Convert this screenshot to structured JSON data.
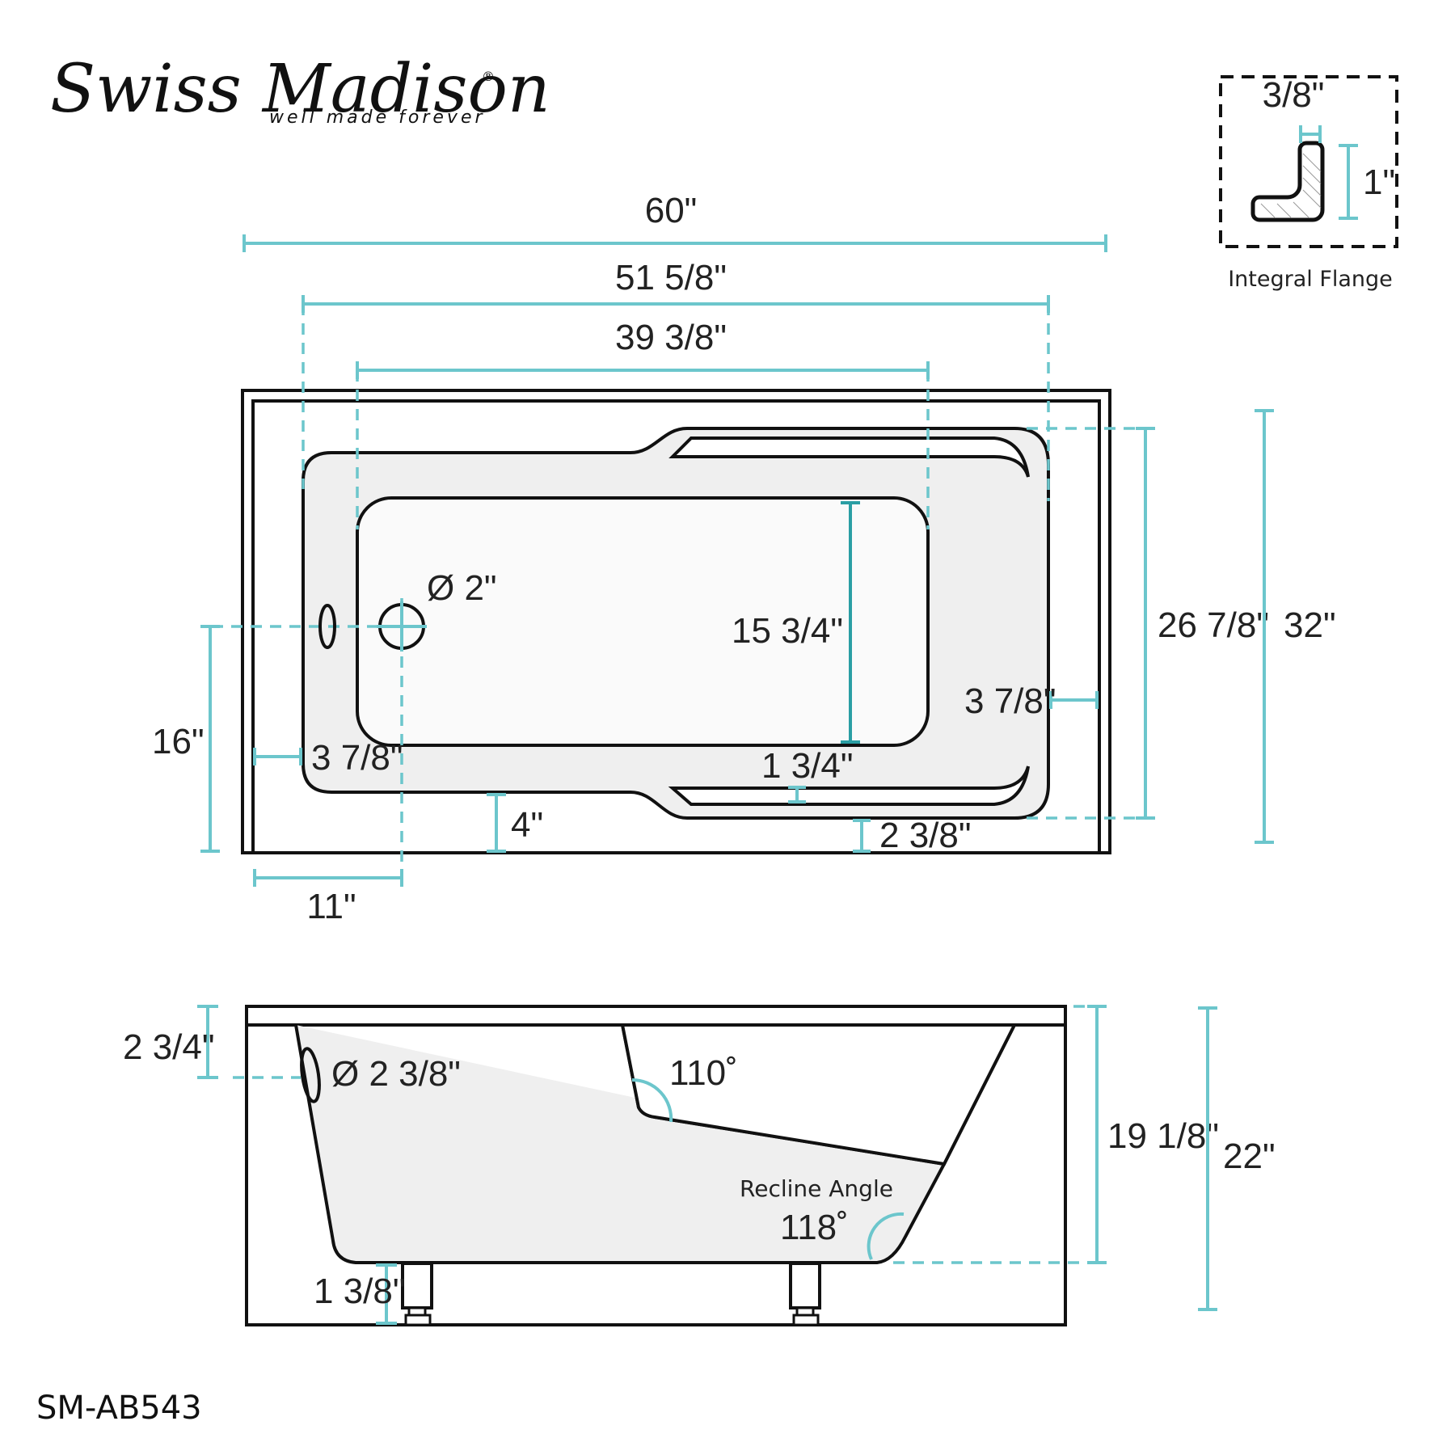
{
  "brand": {
    "name": "Swiss Madison",
    "registered_mark": "®",
    "tagline": "well made forever"
  },
  "model_number": "SM-AB543",
  "colors": {
    "dimension_line": "#6cc6cc",
    "dimension_line_dark": "#2a9ea4",
    "outline": "#111111",
    "tub_fill": "#efefef",
    "background": "#ffffff"
  },
  "flange_detail": {
    "title": "Integral Flange",
    "thickness": "3/8\"",
    "height": "1\""
  },
  "top_view": {
    "overall_length": "60\"",
    "rim_inner_length": "51 5/8\"",
    "bottom_length": "39 3/8\"",
    "bottom_width": "15 3/4\"",
    "drain_diameter": "Ø 2\"",
    "drain_from_end": "11\"",
    "drain_from_front": "16\"",
    "left_rim_offset": "3 7/8\"",
    "right_rim_offset": "3 7/8\"",
    "front_apron_offset": "4\"",
    "armrest_gap": "1 3/4\"",
    "front_offset_right": "2 3/8\"",
    "rim_inner_width": "26 7/8\"",
    "overall_width": "32\""
  },
  "side_view": {
    "overflow_from_top": "2 3/4\"",
    "overflow_diameter": "Ø 2 3/8\"",
    "backrest_angle": "110˚",
    "recline_label": "Recline Angle",
    "recline_angle": "118˚",
    "inner_depth": "19 1/8\"",
    "overall_height": "22\"",
    "leg_height": "1 3/8\""
  }
}
